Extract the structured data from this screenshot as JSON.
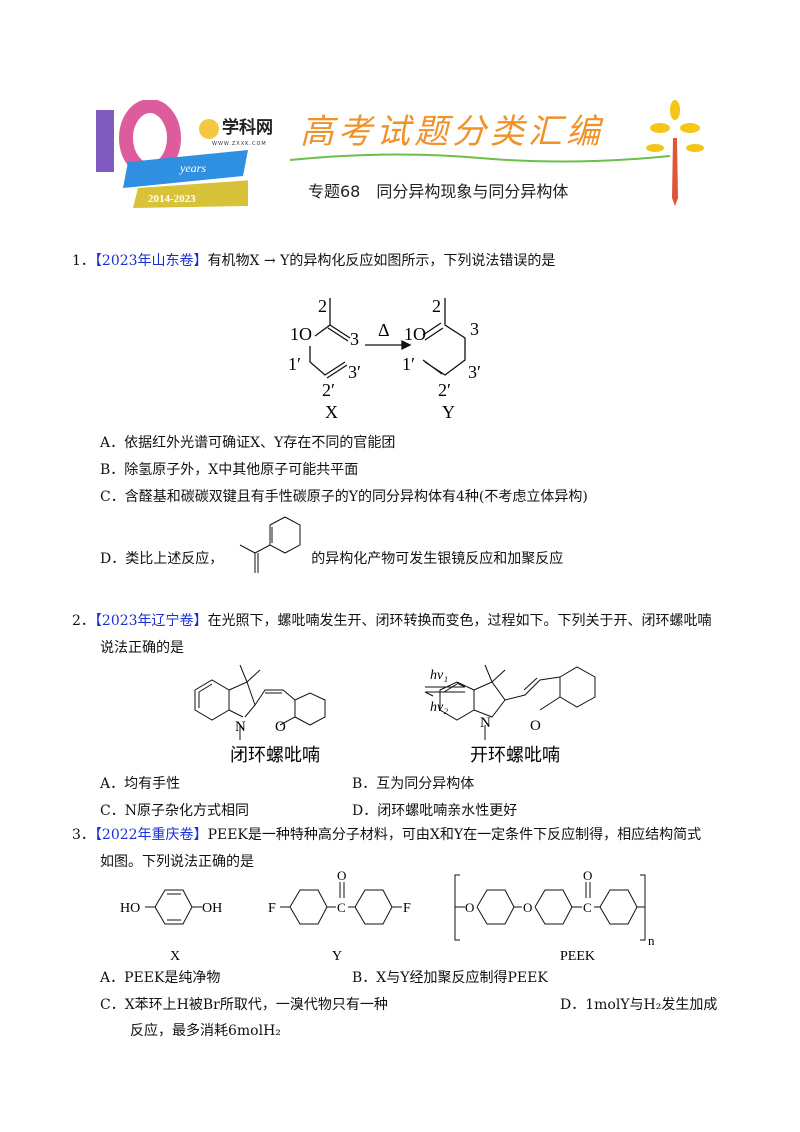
{
  "header": {
    "brand": "学科网",
    "brand_url": "WWW.ZXXK.COM",
    "badge_years": "years",
    "badge_range": "2014-2023",
    "badge_number": "10",
    "banner": "高考试题分类汇编",
    "subtitle": "专题68　同分异构现象与同分异构体"
  },
  "questions": [
    {
      "num": "1．",
      "source": "【2023年山东卷】",
      "text": "有机物X → Y的异构化反应如图所示，下列说法错误的是",
      "figure": {
        "labels_x": [
          "2",
          "3",
          "1O",
          "1′",
          "2′",
          "3′"
        ],
        "labels_y": [
          "2",
          "3",
          "1O",
          "1′",
          "2′",
          "3′"
        ],
        "arrow": "Δ",
        "name_x": "X",
        "name_y": "Y"
      },
      "options": [
        "A．依据红外光谱可确证X、Y存在不同的官能团",
        "B．除氢原子外，X中其他原子可能共平面",
        "C．含醛基和碳碳双键且有手性碳原子的Y的同分异构体有4种(不考虑立体异构)",
        "D．类比上述反应，",
        "的异构化产物可发生银镜反应和加聚反应"
      ]
    },
    {
      "num": "2．",
      "source": "【2023年辽宁卷】",
      "text": "在光照下，螺吡喃发生开、闭环转换而变色，过程如下。下列关于开、闭环螺吡喃",
      "text2": "说法正确的是",
      "figure": {
        "left_label": "闭环螺吡喃",
        "right_label": "开环螺吡喃",
        "hv1": "hν₁",
        "hv2": "hν₂",
        "atom_n": "N",
        "atom_o": "O"
      },
      "options": [
        "A．均有手性",
        "B．互为同分异构体",
        "C．N原子杂化方式相同",
        "D．闭环螺吡喃亲水性更好"
      ]
    },
    {
      "num": "3．",
      "source": "【2022年重庆卷】",
      "text": "PEEK是一种特种高分子材料，可由X和Y在一定条件下反应制得，相应结构简式",
      "text2": "如图。下列说法正确的是",
      "figure": {
        "x_label": "X",
        "y_label": "Y",
        "peek_label": "PEEK",
        "ho": "HO",
        "oh": "OH",
        "f": "F",
        "o": "O",
        "c": "C",
        "n": "n"
      },
      "options": [
        "A．PEEK是纯净物",
        "B．X与Y经加聚反应制得PEEK",
        "C．X苯环上H被Br所取代，一溴代物只有一种",
        "D．1molY与H₂发生加成",
        "反应，最多消耗6molH₂"
      ]
    }
  ]
}
